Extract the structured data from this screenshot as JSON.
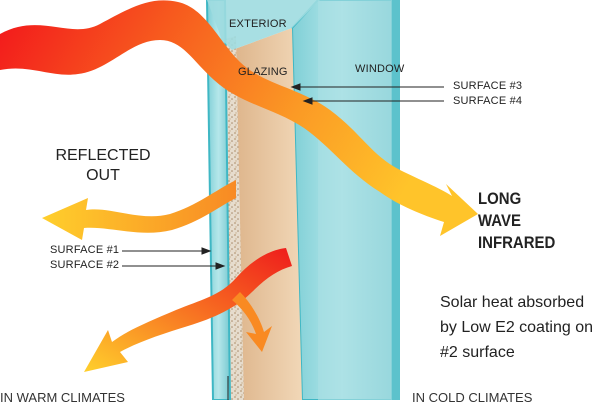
{
  "labels": {
    "exterior": "EXTERIOR",
    "glazing": "GLAZING",
    "window": "WINDOW",
    "surface3": "SURFACE #3",
    "surface4": "SURFACE #4",
    "reflected": "REFLECTED OUT",
    "surface1": "SURFACE #1",
    "surface2": "SURFACE #2",
    "long_wave": "LONG WAVE INFRARED",
    "solar_note": "Solar heat absorbed by Low E2 coating on #2 surface",
    "warm_climates": "IN WARM CLIMATES",
    "cold_climates": "IN COLD CLIMATES"
  },
  "colors": {
    "glass": "#8fd6dc",
    "glass_edge": "#3fb7c4",
    "gap": "#e9c9a4",
    "heat_start": "#e8101a",
    "heat_end": "#ffd42a"
  }
}
